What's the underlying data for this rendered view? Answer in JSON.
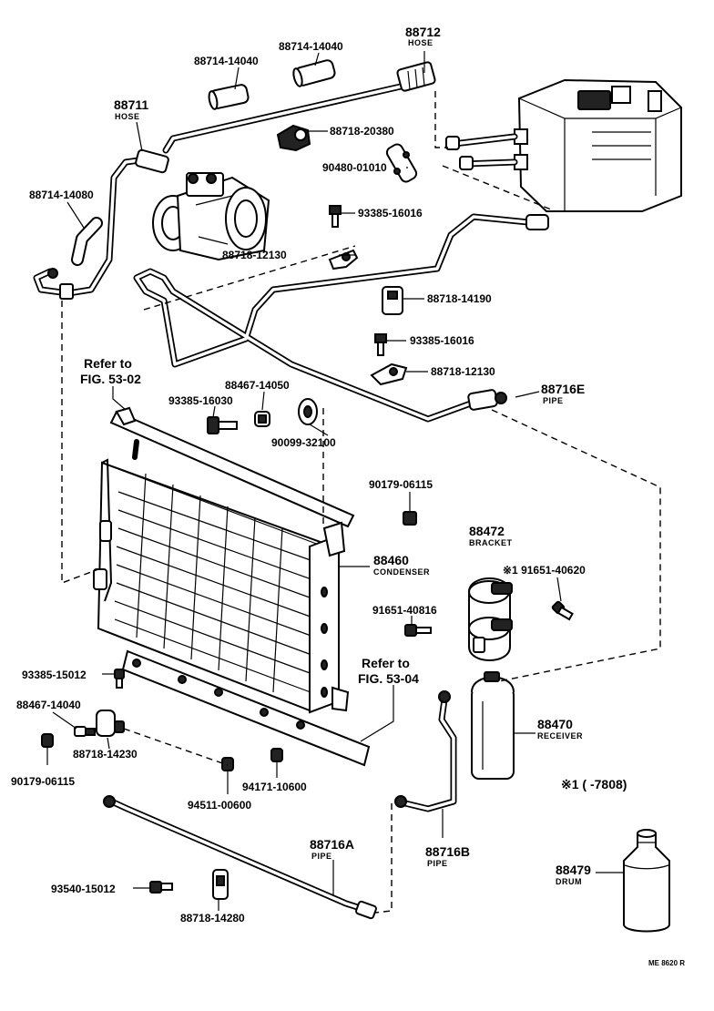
{
  "labels": {
    "p88712": "88712",
    "p88712_sub": "HOSE",
    "p88714_a": "88714-14040",
    "p88714_b": "88714-14040",
    "p88711": "88711",
    "p88711_sub": "HOSE",
    "p88718_20380": "88718-20380",
    "p90480": "90480-01010",
    "p88714_14080": "88714-14080",
    "p93385_a": "93385-16016",
    "p88718_12130_a": "88718-12130",
    "p88718_14190": "88718-14190",
    "p93385_b": "93385-16016",
    "p88718_12130_b": "88718-12130",
    "refer1_a": "Refer to",
    "refer1_b": "FIG. 53-02",
    "p88467_14050": "88467-14050",
    "p93385_16030": "93385-16030",
    "p90099": "90099-32100",
    "p88716e": "88716E",
    "p88716e_sub": "PIPE",
    "p90179_a": "90179-06115",
    "p88472": "88472",
    "p88472_sub": "BRACKET",
    "p91651_40620": "※1 91651-40620",
    "p88460": "88460",
    "p88460_sub": "CONDENSER",
    "p91651_40816": "91651-40816",
    "refer2_a": "Refer to",
    "refer2_b": "FIG. 53-04",
    "p93385_15012": "93385-15012",
    "p88467_14040": "88467-14040",
    "p88718_14230": "88718-14230",
    "p90179_b": "90179-06115",
    "p94171": "94171-10600",
    "p94511": "94511-00600",
    "p88470": "88470",
    "p88470_sub": "RECEIVER",
    "note": "※1 (      -7808)",
    "p88716a": "88716A",
    "p88716a_sub": "PIPE",
    "p88716b": "88716B",
    "p88716b_sub": "PIPE",
    "p93540": "93540-15012",
    "p88718_14280": "88718-14280",
    "p88479": "88479",
    "p88479_sub": "DRUM",
    "code": "ME 8620 R"
  }
}
